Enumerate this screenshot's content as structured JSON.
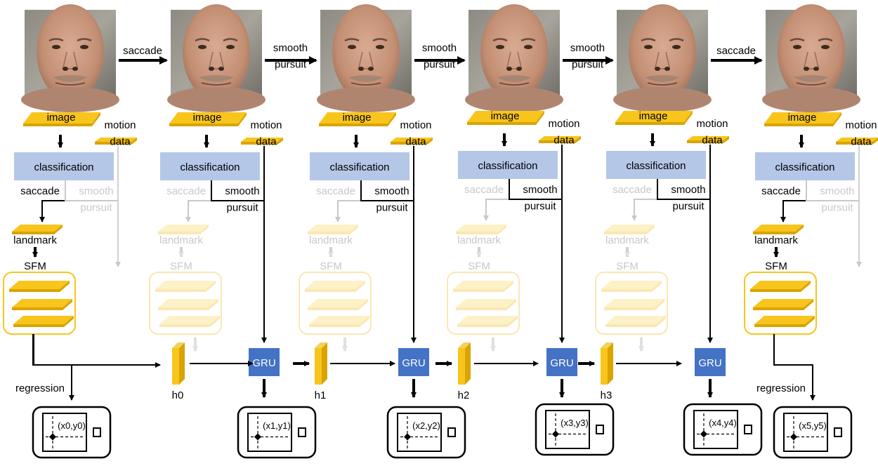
{
  "transitions": [
    "saccade",
    "smooth\npursuit",
    "smooth\npursuit",
    "smooth\npursuit",
    "saccade"
  ],
  "labels": {
    "image": "image",
    "motion_data": "motion\ndata",
    "classification": "classification",
    "saccade": "saccade",
    "smooth_pursuit": "smooth\npursuit",
    "landmark": "landmark",
    "sfm": "SFM",
    "regression": "regression",
    "gru": "GRU"
  },
  "columns": [
    {
      "mode": "saccade",
      "hidden": "",
      "output": "(x0,y0)"
    },
    {
      "mode": "smooth",
      "hidden": "h0",
      "output": "(x1,y1)"
    },
    {
      "mode": "smooth",
      "hidden": "h1",
      "output": "(x2,y2)"
    },
    {
      "mode": "smooth",
      "hidden": "h2",
      "output": "(x3,y3)"
    },
    {
      "mode": "smooth",
      "hidden": "h3",
      "output": "(x4,y4)"
    },
    {
      "mode": "saccade",
      "hidden": "",
      "output": "(x5,y5)"
    }
  ],
  "colors": {
    "yellow": "#f8c51c",
    "yellow_side": "#d9a400",
    "yellow_faint": "#fdf1c8",
    "yellow_faint_border": "#fbe7b3",
    "classification": "#b4c7e7",
    "gru": "#4472c4",
    "faint_gray": "#c8c8c8",
    "skin": "#c9987e"
  }
}
